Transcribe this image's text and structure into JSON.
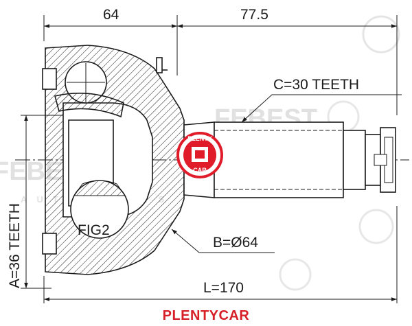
{
  "dimensions": {
    "left_length": "64",
    "right_length": "77.5",
    "total_length": "L=170",
    "outer_teeth": "A=36 TEETH",
    "spline_teeth": "C=30 TEETH",
    "bell_diameter": "B=Ø64",
    "figure_label": "FIG2"
  },
  "watermark": {
    "brand_text": "FEBEST",
    "sub_text": "AUTO PARTS",
    "badge_top": "PLENTY",
    "badge_bottom": "CAR"
  },
  "footer": {
    "brand": "PLENTYCAR"
  },
  "colors": {
    "line": "#1a1a1a",
    "watermark": "#c9c9c9",
    "badge": "#e01c2a",
    "brand": "#d61f26"
  }
}
